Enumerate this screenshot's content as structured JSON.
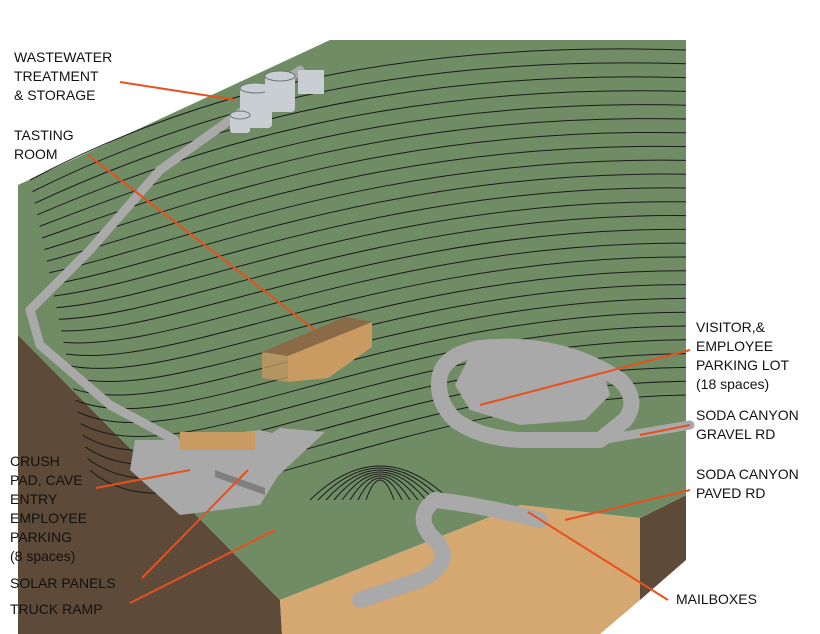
{
  "colors": {
    "terrain": "#6f8c65",
    "contour": "#1a1a1a",
    "road": "#a9a9a9",
    "cliff_dark": "#5e4a38",
    "cliff_tan": "#d6a871",
    "leader": "#e8501e",
    "building_roof": "#8b6a48",
    "building_wall": "#c99a62",
    "tank": "#c9ced3"
  },
  "labels": {
    "wastewater": [
      "WASTEWATER",
      "TREATMENT",
      "& STORAGE"
    ],
    "tasting_room": [
      "TASTING",
      "ROOM"
    ],
    "visitor_parking": [
      "VISITOR,&",
      "EMPLOYEE",
      "PARKING LOT",
      "(18 spaces)"
    ],
    "gravel_rd": [
      "SODA CANYON",
      "GRAVEL RD"
    ],
    "paved_rd": [
      "SODA CANYON",
      "PAVED RD"
    ],
    "crush_pad": [
      "CRUSH",
      "PAD, CAVE",
      "ENTRY",
      "EMPLOYEE",
      "PARKING",
      "(8 spaces)"
    ],
    "solar_panels": [
      "SOLAR PANELS"
    ],
    "truck_ramp": [
      "TRUCK RAMP"
    ],
    "mailboxes": [
      "MAILBOXES"
    ]
  }
}
